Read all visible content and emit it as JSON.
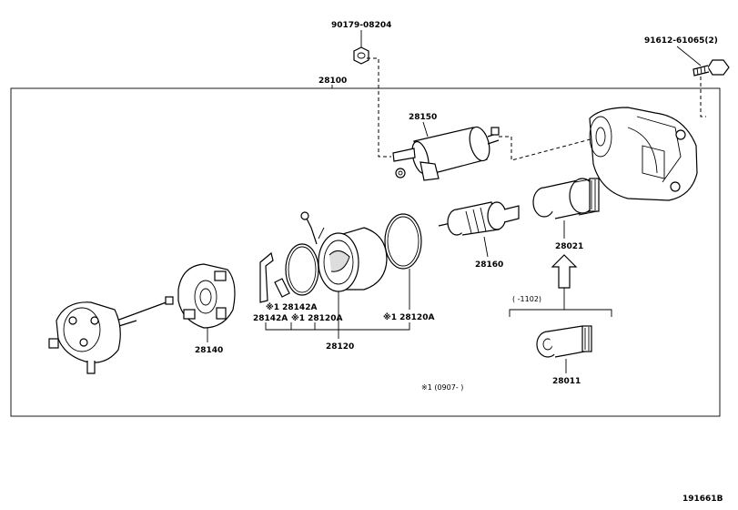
{
  "parts": {
    "p90179": "90179-08204",
    "p91612": "91612-61065(2)",
    "p28100": "28100",
    "p28150": "28150",
    "p28160": "28160",
    "p28021": "28021",
    "p28140": "28140",
    "p28142A_1": "※1 28142A",
    "p28142A_2": "28142A",
    "p28120A_1": "※1 28120A",
    "p28120A_2": "※1 28120A",
    "p28120": "28120",
    "p28011": "28011"
  },
  "notes": {
    "range_upto": "(    -1102)",
    "footnote": "※1 (0907-     )",
    "diagram_id": "191661B"
  }
}
